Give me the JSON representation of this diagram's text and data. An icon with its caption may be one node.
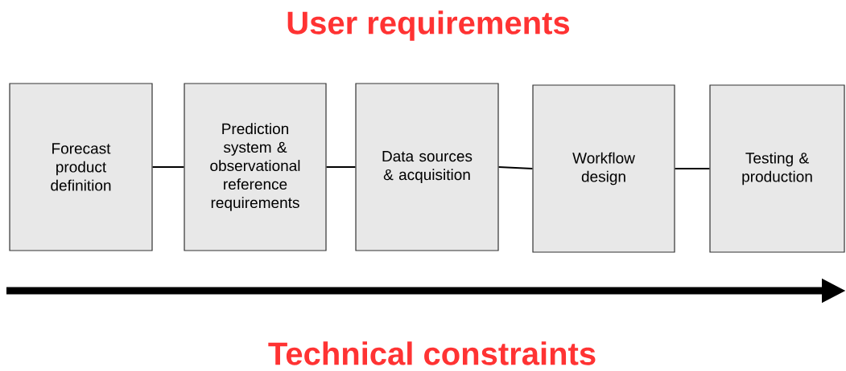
{
  "diagram": {
    "title": "User requirements",
    "nodes": [
      {
        "text": [
          "Forecast product definition"
        ]
      },
      {
        "text": [
          "Prediction system & observational reference requirements"
        ]
      },
      {
        "text": [
          "Data sources & acquisition"
        ]
      },
      {
        "text": [
          "Workflow design"
        ]
      },
      {
        "text": [
          "Testing & production"
        ]
      }
    ],
    "edges": [
      {
        "from": 0,
        "to": 1,
        "arrow": "none"
      },
      {
        "from": 1,
        "to": 2,
        "arrow": "none"
      },
      {
        "from": 2,
        "to": 3,
        "arrow": "none"
      },
      {
        "from": 3,
        "to": 4,
        "arrow": "none"
      }
    ],
    "labels": [
      "Technical constraints"
    ]
  }
}
